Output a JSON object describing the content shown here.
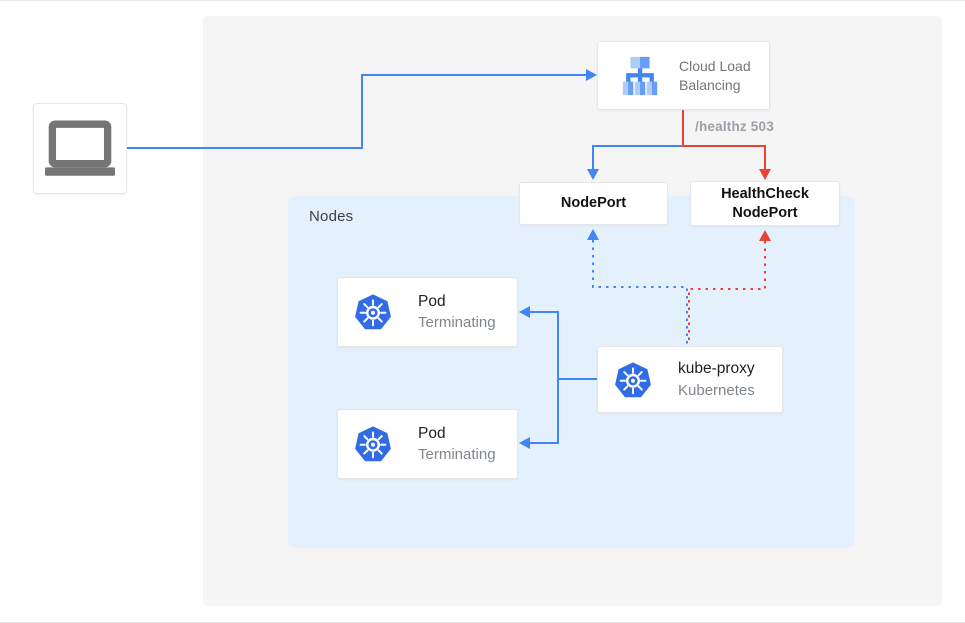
{
  "colors": {
    "blue": "#4285f4",
    "red": "#ea4335",
    "panel_gray": "#f5f5f6",
    "nodes_blue": "#e4f0fc",
    "text_dark": "#212121",
    "text_gray": "#757575",
    "text_muted": "#80868b",
    "healthz_gray": "#9aa0a6",
    "kubernetes_blue": "#326ce5",
    "laptop_gray": "#757575",
    "lb_icon_light": "#aecbfa",
    "lb_icon_medium": "#669df6"
  },
  "diagram": {
    "load_balancer": {
      "label": "Cloud Load Balancing"
    },
    "health_check_label": "/healthz 503",
    "node_port": {
      "label": "NodePort"
    },
    "health_check_node_port": {
      "label": "HealthCheck NodePort"
    },
    "nodes_panel": {
      "label": "Nodes"
    },
    "pods": [
      {
        "title": "Pod",
        "status": "Terminating"
      },
      {
        "title": "Pod",
        "status": "Terminating"
      }
    ],
    "kube_proxy": {
      "title": "kube-proxy",
      "subtitle": "Kubernetes"
    }
  }
}
